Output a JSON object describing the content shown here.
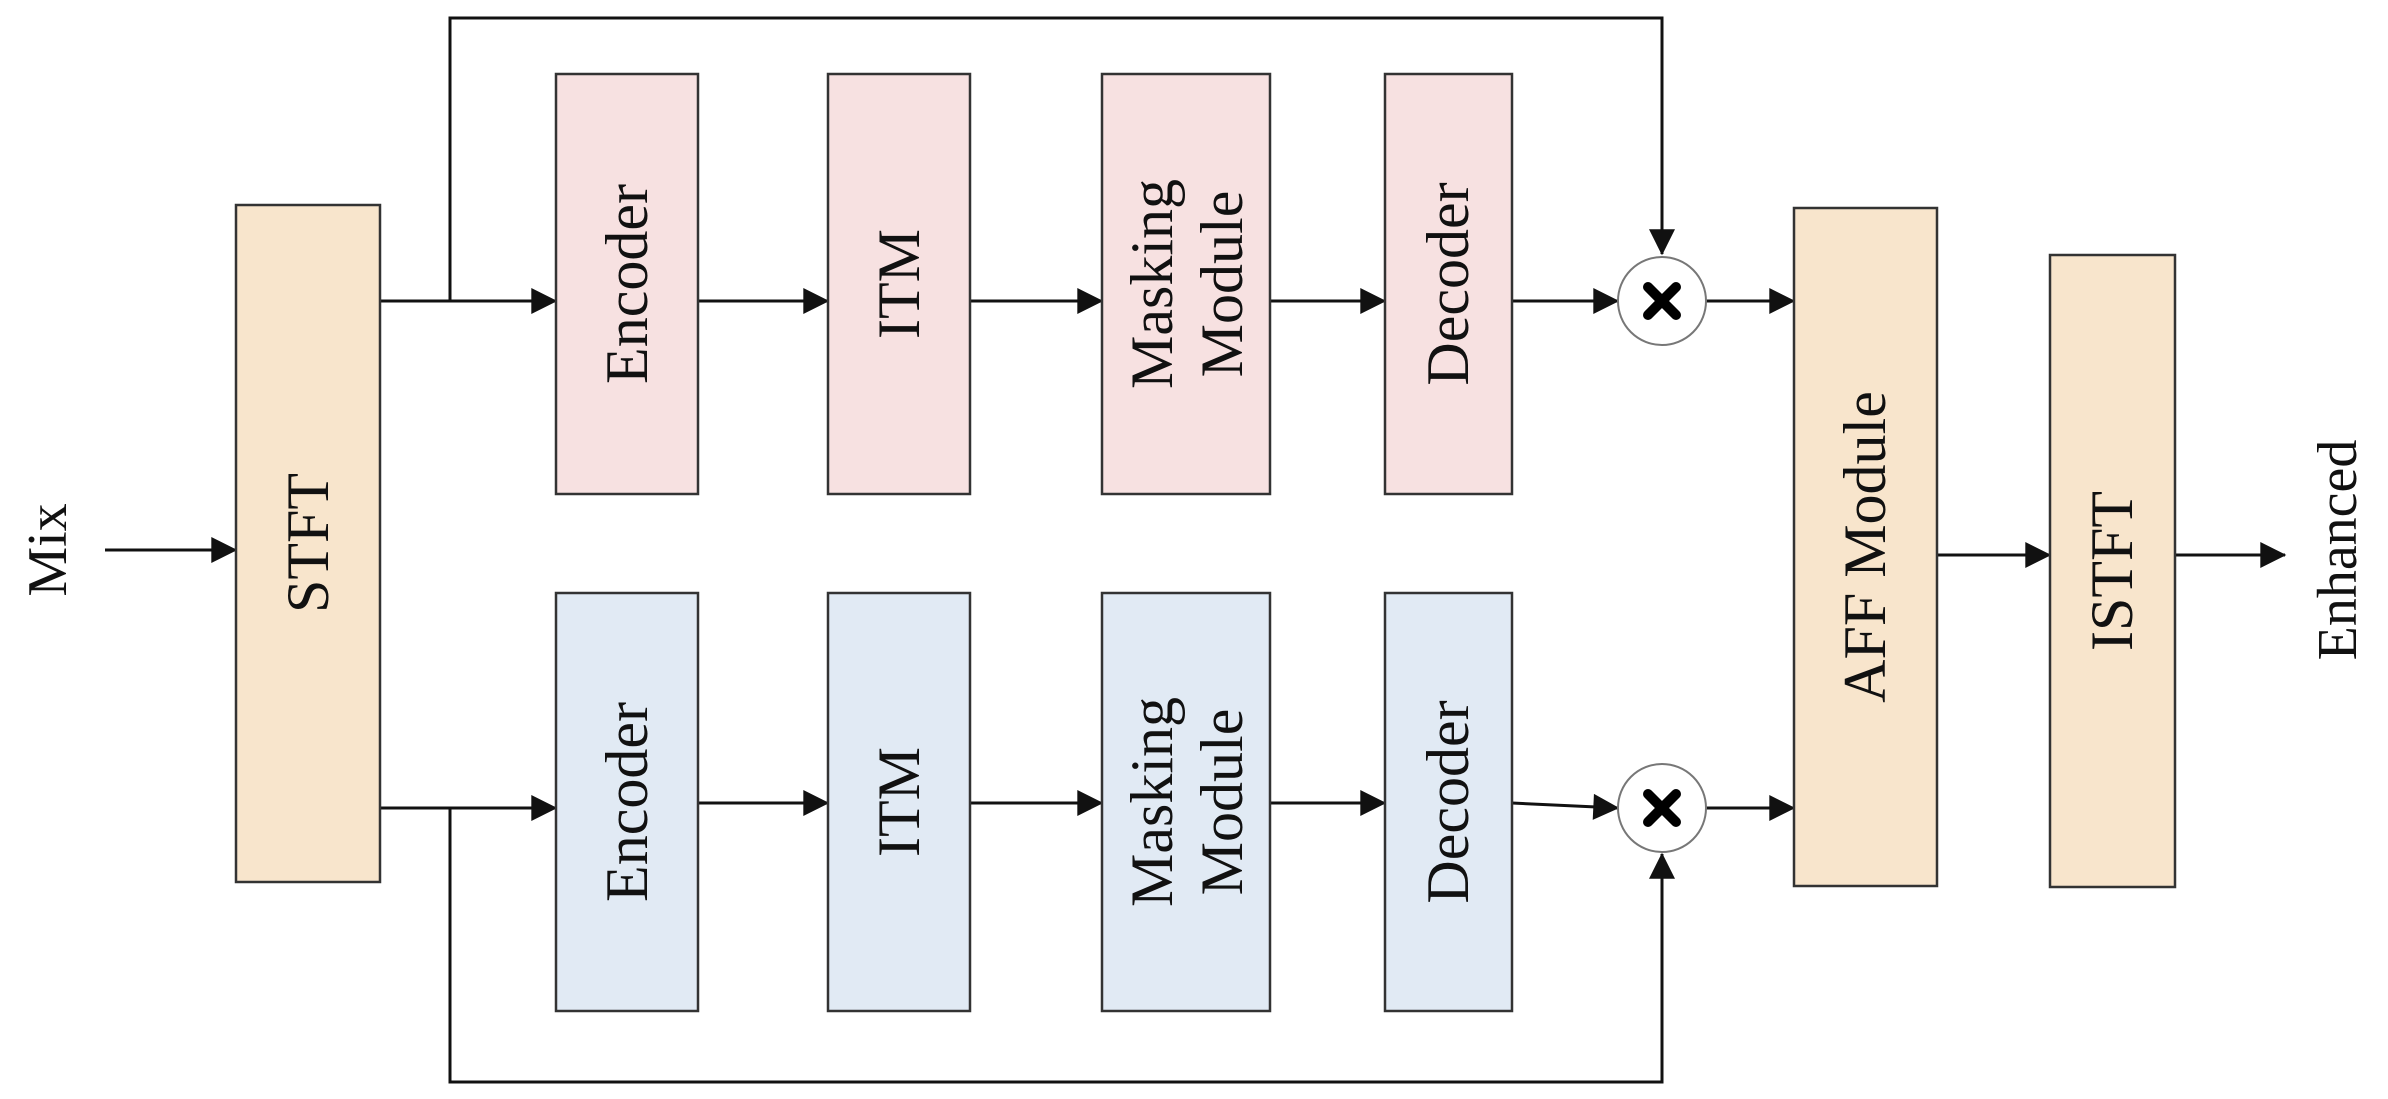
{
  "input_label": "Mix",
  "output_label": "Enhanced",
  "colors": {
    "stft": "#F8E5CC",
    "top_branch": "#F7E1E1",
    "bottom_branch": "#E1EAF4",
    "lines": "#111111"
  },
  "stft": {
    "label": "STFT"
  },
  "top_branch": {
    "encoder": "Encoder",
    "itm": "ITM",
    "masking_line1": "Masking",
    "masking_line2": "Module",
    "decoder": "Decoder"
  },
  "bottom_branch": {
    "encoder": "Encoder",
    "itm": "ITM",
    "masking_line1": "Masking",
    "masking_line2": "Module",
    "decoder": "Decoder"
  },
  "aff": {
    "label": "AFF Module"
  },
  "istft": {
    "label": "ISTFT"
  },
  "multiply_symbol": "multiply-icon"
}
